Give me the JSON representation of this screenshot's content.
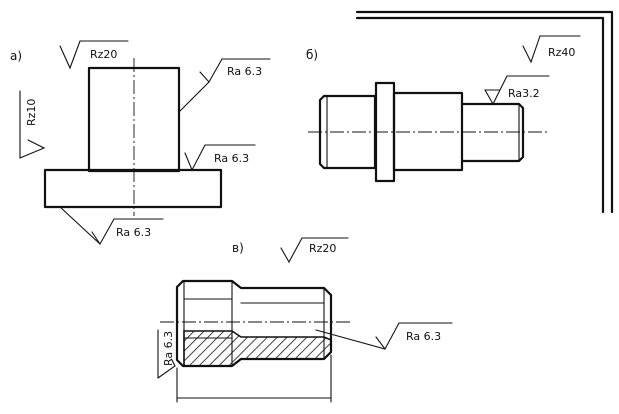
{
  "views": {
    "a": {
      "label": "а)",
      "marks": {
        "top": "Rz20",
        "right_side": "Ra 6.3",
        "left": "Rz10",
        "base_top": "Ra 6.3",
        "base_bottom": "Ra 6.3"
      }
    },
    "b": {
      "label": "б)",
      "marks": {
        "general": "Rz40",
        "shaft": "Ra3.2"
      }
    },
    "v": {
      "label": "в)",
      "marks": {
        "general": "Rz20",
        "bore": "Ra 6.3",
        "left": "Ra 6.3"
      }
    }
  }
}
